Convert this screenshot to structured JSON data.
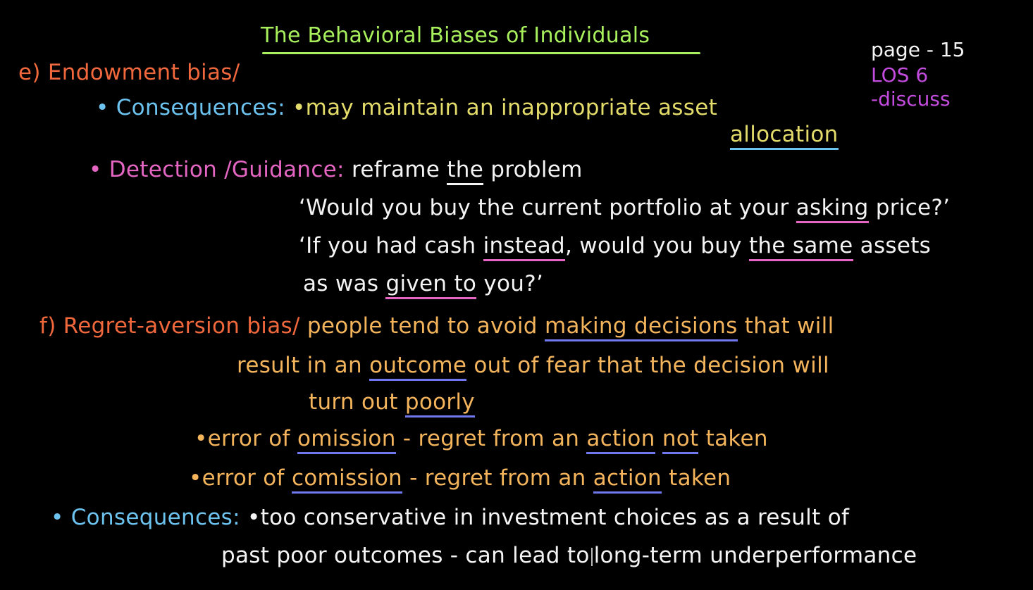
{
  "colors": {
    "background": "#000000",
    "title_green": "#a8f05c",
    "heading_orange": "#f0683c",
    "consequence_blue": "#6cc3ef",
    "detection_pink": "#e466c2",
    "text_yellow": "#e4dc6a",
    "text_white": "#f4f4f4",
    "text_amber": "#f3b45c",
    "meta_purple": "#c34cde",
    "underline_indigo": "#7078f0"
  },
  "title": "The Behavioral Biases of Individuals",
  "corner": {
    "page": "page - 15",
    "los": "LOS 6",
    "discuss": "-discuss"
  },
  "endowment": {
    "heading": "e) Endowment bias/",
    "consequences": {
      "label": "• Consequences:",
      "line1_pre": "•may maintain an inappropriate asset",
      "line2_underlined": "allocation"
    },
    "detection": {
      "label": "• Detection /Guidance:",
      "text_pre": "reframe",
      "text_underlined": "the",
      "text_post": "problem",
      "q1_pre": "‘Would you buy the current portfolio at your",
      "q1_underlined": "asking",
      "q1_post": "price?’",
      "q2_pre": "‘If you had cash",
      "q2_underlined1": "instead",
      "q2_mid": ", would you buy",
      "q2_underlined2": "the same",
      "q2_post": "assets",
      "q3_pre": "as was",
      "q3_underlined": "given to",
      "q3_post": "you?’"
    }
  },
  "regret": {
    "heading": "f) Regret-aversion bias/",
    "def_line1_pre": "people tend to avoid",
    "def_line1_underlined": "making decisions",
    "def_line1_post": "that will",
    "def_line2_pre": "result in an",
    "def_line2_underlined": "outcome",
    "def_line2_post": "out of fear that the decision will",
    "def_line3_pre": "turn out",
    "def_line3_underlined": "poorly",
    "omission_pre": "•error of",
    "omission_underlined": "omission",
    "omission_mid": "- regret from an",
    "omission_underlined2": "action",
    "omission_underlined3": "not",
    "omission_post": "taken",
    "commission_pre": "•error of",
    "commission_underlined": "comission",
    "commission_mid": "- regret from an",
    "commission_underlined2": "action",
    "commission_post": "taken",
    "consequences": {
      "label": "• Consequences:",
      "line1": "•too conservative in investment choices as a result of",
      "line2_pre": "past poor outcomes - can lead to",
      "line2_post": "long-term underperformance"
    }
  }
}
